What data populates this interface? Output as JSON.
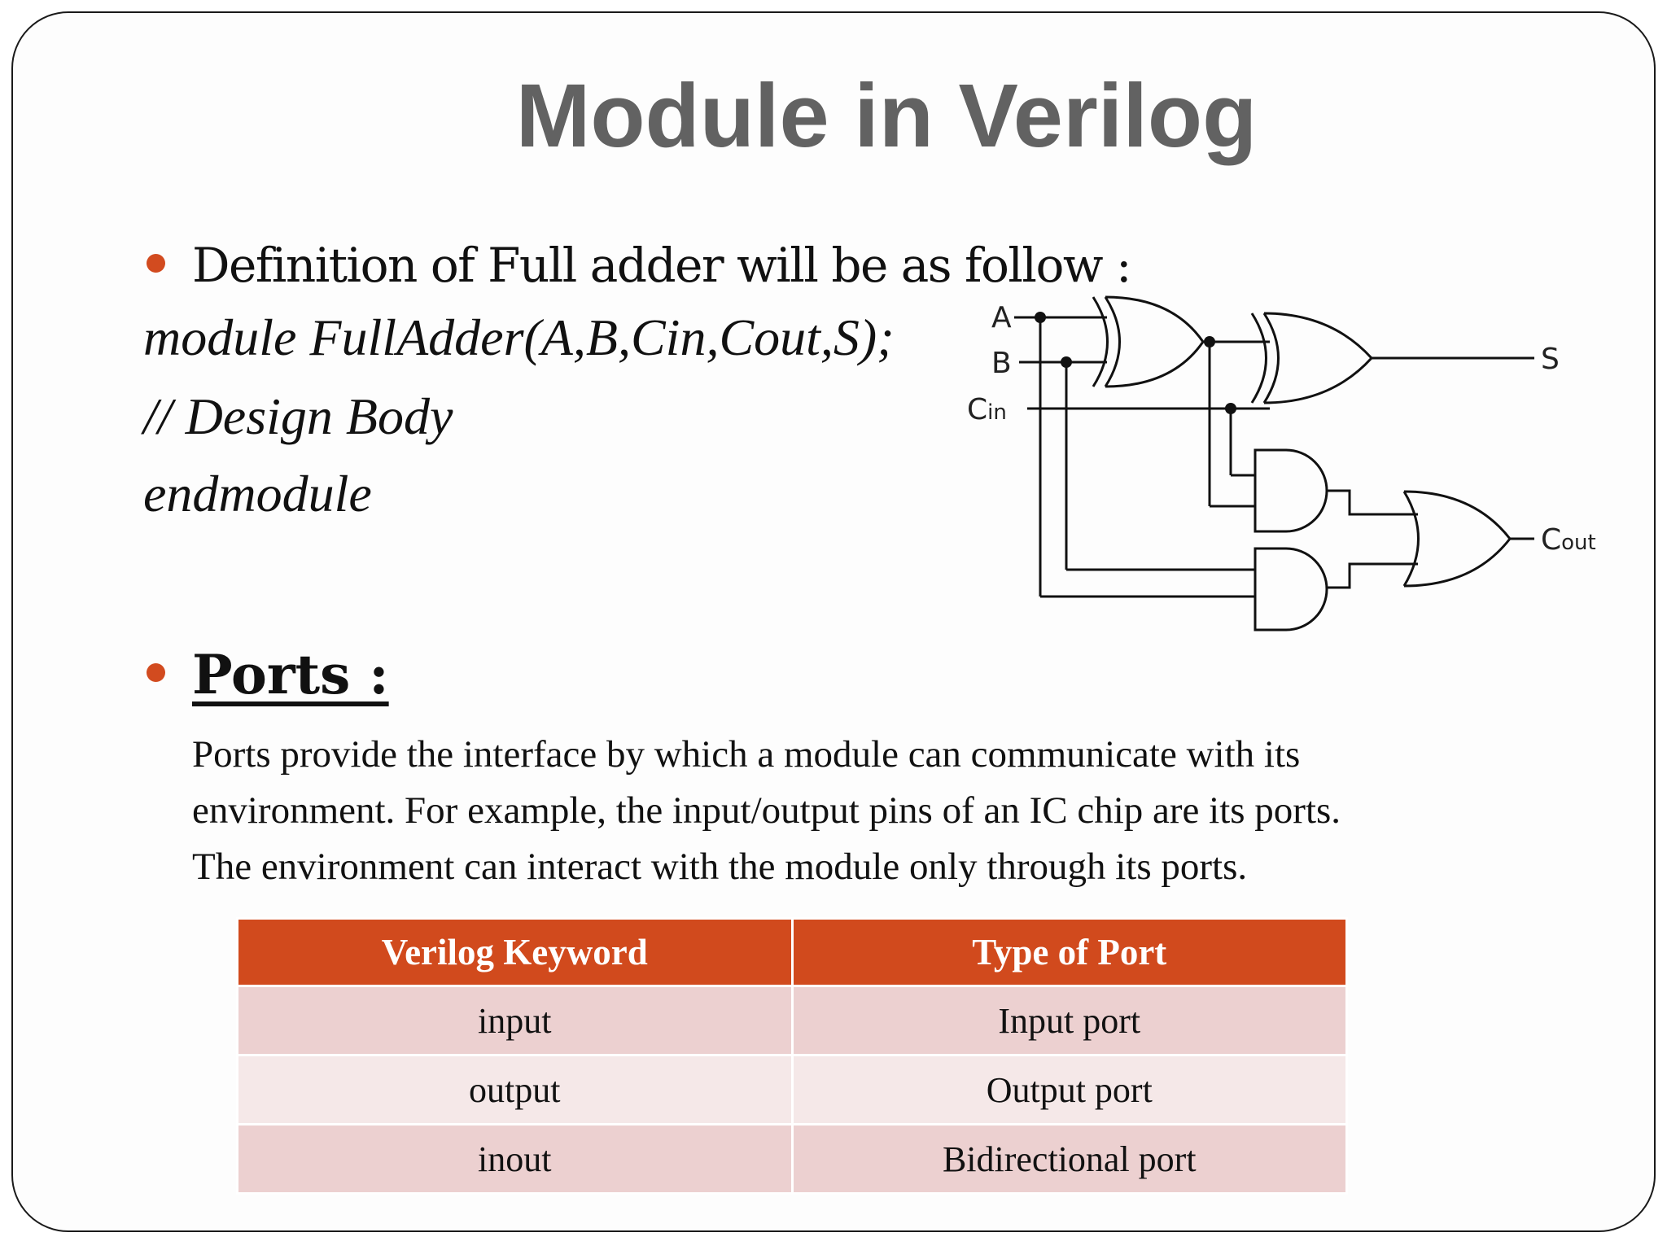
{
  "title": "Module in Verilog",
  "bullet1": "Definition of Full adder will be as follow :",
  "code": {
    "line1": "module FullAdder(A,B,Cin,Cout,S);",
    "line2": "// Design Body",
    "line3": "endmodule"
  },
  "bullet2": "Ports :",
  "paragraph": [
    "Ports provide the interface by which a module can communicate with its",
    "environment. For example, the input/output pins of an IC chip are its ports.",
    "The environment can interact with the module only through its ports."
  ],
  "table": {
    "headers": [
      "Verilog Keyword",
      "Type of Port"
    ],
    "rows": [
      [
        "input",
        "Input port"
      ],
      [
        "output",
        "Output port"
      ],
      [
        "inout",
        "Bidirectional port"
      ]
    ]
  },
  "circuit": {
    "label_a": "A",
    "label_b": "B",
    "label_c": "C",
    "label_c_sub": "in",
    "label_s": "S",
    "label_cout": "C",
    "label_cout_sub": "out"
  },
  "colors": {
    "accent": "#d24b1f",
    "title": "#626262",
    "table_header": "#d14a1d",
    "row_dark": "#ecd0d0",
    "row_light": "#f5e8e8"
  }
}
